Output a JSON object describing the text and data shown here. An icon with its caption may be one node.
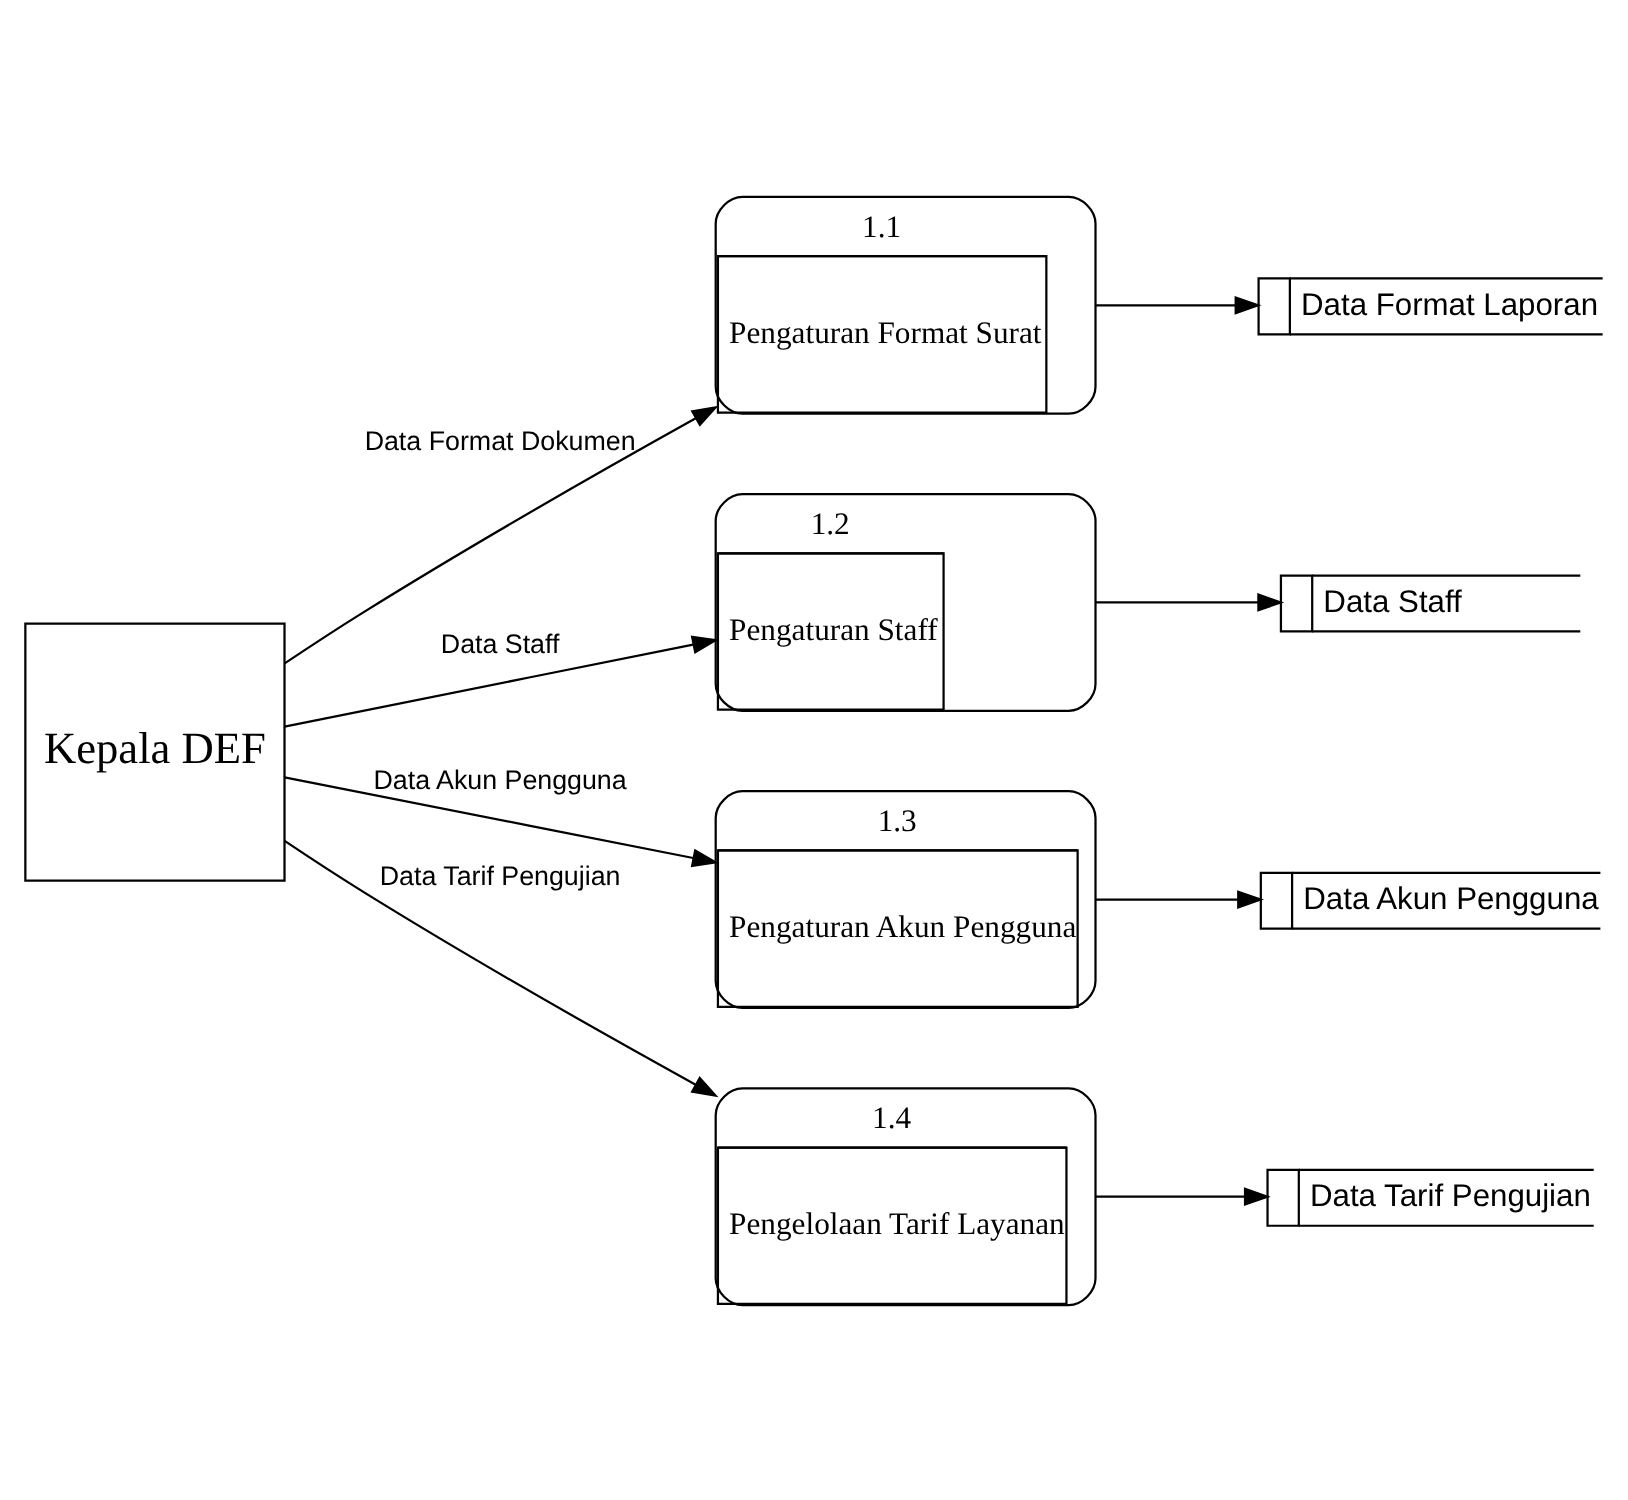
{
  "diagram": {
    "nodes": [
      {
        "text": [
          "Kepala DEF"
        ]
      },
      {
        "text": [
          "1.1",
          "Pengaturan Format Surat"
        ]
      },
      {
        "text": [
          "Data Format Laporan"
        ]
      },
      {
        "text": [
          "1.2",
          "Pengaturan Staff"
        ]
      },
      {
        "text": [
          "Data Staff"
        ]
      },
      {
        "text": [
          "1.3",
          "Pengaturan Akun Pengguna"
        ]
      },
      {
        "text": [
          "Data Akun Pengguna"
        ]
      },
      {
        "text": [
          "1.4",
          "Pengelolaan Tarif Layanan"
        ]
      },
      {
        "text": [
          "Data Tarif Pengujian"
        ]
      }
    ],
    "edges": [
      {
        "from": 0,
        "to": 1,
        "arrow": "to",
        "label": "Data Format Dokumen"
      },
      {
        "from": 1,
        "to": 2,
        "arrow": "to"
      },
      {
        "from": 0,
        "to": 3,
        "arrow": "to",
        "label": "Data Staff"
      },
      {
        "from": 3,
        "to": 4,
        "arrow": "to"
      },
      {
        "from": 0,
        "to": 5,
        "arrow": "to",
        "label": "Data Akun Pengguna"
      },
      {
        "from": 5,
        "to": 6,
        "arrow": "to"
      },
      {
        "from": 0,
        "to": 7,
        "arrow": "to",
        "label": "Data Tarif Pengujian"
      },
      {
        "from": 7,
        "to": 8,
        "arrow": "to"
      }
    ]
  }
}
